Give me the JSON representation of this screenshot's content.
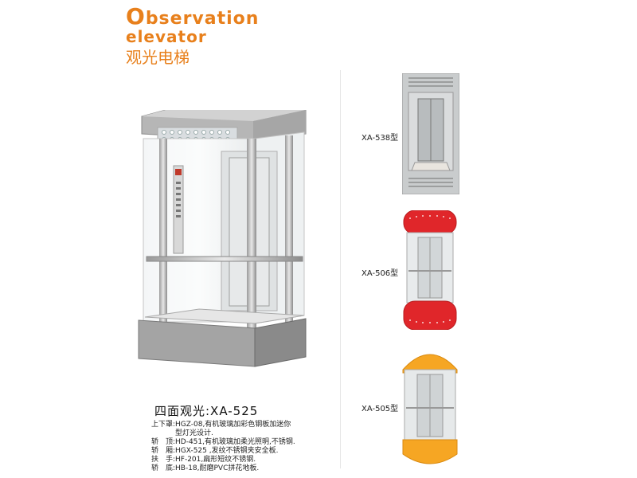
{
  "heading": {
    "line1_first": "O",
    "line1_rest": "bservation",
    "line2": "elevator",
    "line3": "观光电梯"
  },
  "main_model": {
    "title": "四面观光:XA-525"
  },
  "specs": [
    {
      "label": "上下罩:",
      "text": "HGZ-08,有机玻璃加彩色钢板加迷你"
    },
    {
      "label": "",
      "text": "型灯光设计."
    },
    {
      "label": "轿　顶:",
      "text": "HD-451,有机玻璃加柔光照明,不锈钢."
    },
    {
      "label": "轿　厢:",
      "text": "HGX-525 ,发纹不锈钢夹安全板."
    },
    {
      "label": "扶　手:",
      "text": "HF-201,扁形短纹不锈钢."
    },
    {
      "label": "轿　底:",
      "text": "HB-18,耐磨PVC拼花地板."
    }
  ],
  "variants": [
    {
      "caption": "XA-538型"
    },
    {
      "caption": "XA-506型"
    },
    {
      "caption": "XA-505型"
    }
  ],
  "colors": {
    "accent": "#e8801c",
    "red_trim": "#e0262a",
    "yellow_trim": "#f6a623"
  }
}
